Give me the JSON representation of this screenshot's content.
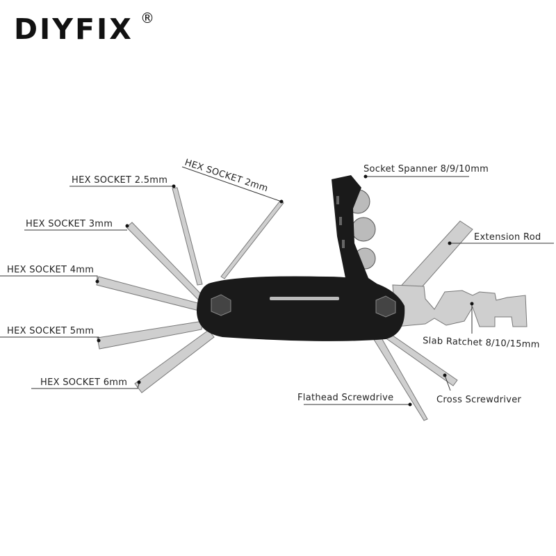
{
  "brand": {
    "name": "DIYFIX",
    "registered_mark": "®"
  },
  "labels": {
    "hex_2_5": "HEX SOCKET 2.5mm",
    "hex_2": "HEX SOCKET 2mm",
    "hex_3": "HEX SOCKET 3mm",
    "hex_4": "HEX SOCKET 4mm",
    "hex_5": "HEX SOCKET 5mm",
    "hex_6": "HEX SOCKET 6mm",
    "socket_spanner": "Socket Spanner 8/9/10mm",
    "extension_rod": "Extension Rod",
    "slab_ratchet": "Slab Ratchet 8/10/15mm",
    "flathead": "Flathead Screwdrive",
    "cross": "Cross Screwdriver"
  },
  "colors": {
    "body": "#1a1a1a",
    "steel": "#cfcfcf",
    "text": "#222222"
  }
}
